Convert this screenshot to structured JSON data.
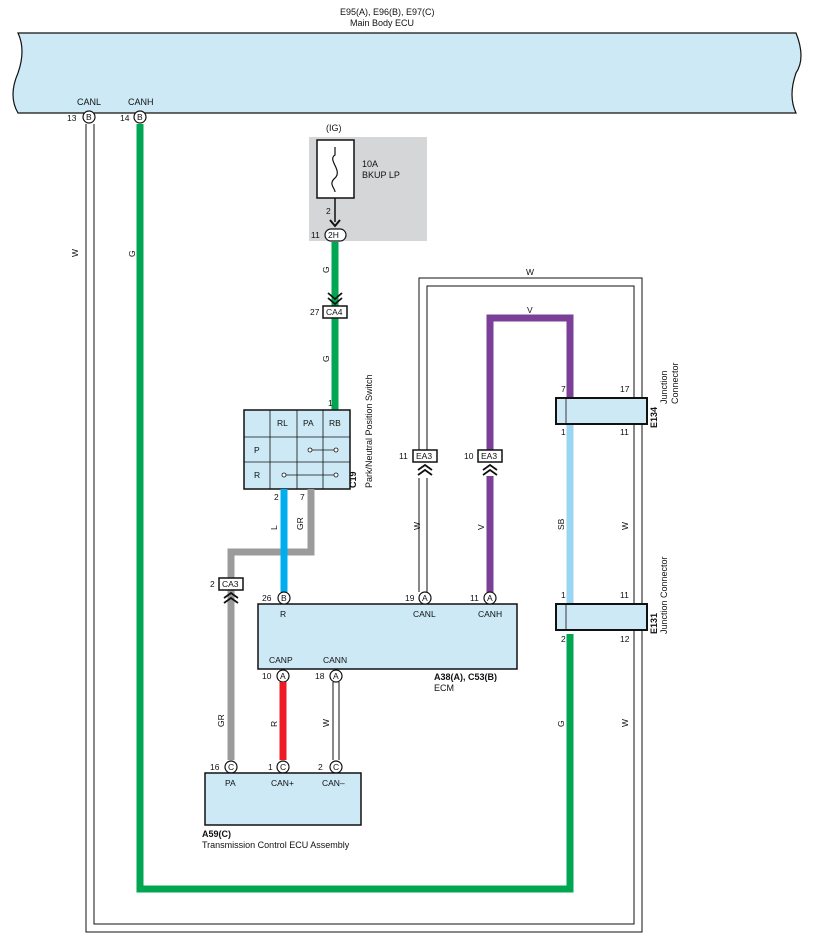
{
  "main_body_ecu": {
    "code": "E95(A), E96(B), E97(C)",
    "name": "Main Body ECU",
    "pin_canl_label": "CANL",
    "pin_canh_label": "CANH",
    "pin_canl_num": "13",
    "pin_canh_num": "14",
    "pin_canl_conn": "B",
    "pin_canh_conn": "B"
  },
  "fuse": {
    "source": "(IG)",
    "rating": "10A",
    "name": "BKUP LP",
    "pin_top": "2",
    "pin_num": "11",
    "conn": "2H"
  },
  "ca4": {
    "pin": "27",
    "name": "CA4"
  },
  "switch": {
    "code": "C19",
    "name": "Park/Neutral Position Switch",
    "col1": "RL",
    "col2": "PA",
    "col3": "RB",
    "row1": "P",
    "row2": "R",
    "pin_top": "1",
    "pin_l": "2",
    "pin_gr": "7"
  },
  "ea3_left": {
    "pin": "11",
    "name": "EA3"
  },
  "ea3_right": {
    "pin": "10",
    "name": "EA3"
  },
  "ca3": {
    "pin": "2",
    "name": "CA3"
  },
  "ecm": {
    "code": "A38(A), C53(B)",
    "name": "ECM",
    "pin_r_num": "26",
    "pin_r_conn": "B",
    "pin_r_label": "R",
    "pin_canl_num": "19",
    "pin_canl_conn": "A",
    "pin_canl_label": "CANL",
    "pin_canh_num": "11",
    "pin_canh_conn": "A",
    "pin_canh_label": "CANH",
    "pin_canp_num": "10",
    "pin_canp_conn": "A",
    "pin_canp_label": "CANP",
    "pin_cann_num": "18",
    "pin_cann_conn": "A",
    "pin_cann_label": "CANN"
  },
  "tcu": {
    "code": "A59(C)",
    "name": "Transmission Control ECU Assembly",
    "pin_pa_num": "16",
    "pin_pa_conn": "C",
    "pin_pa_label": "PA",
    "pin_canp_num": "1",
    "pin_canp_conn": "C",
    "pin_canp_label": "CAN+",
    "pin_cann_num": "2",
    "pin_cann_conn": "C",
    "pin_cann_label": "CAN–"
  },
  "e134": {
    "code": "E134",
    "name_line1": "Junction",
    "name_line2": "Connector",
    "pin_tl": "7",
    "pin_tr": "17",
    "pin_bl": "1",
    "pin_br": "11"
  },
  "e131": {
    "code": "E131",
    "name": "Junction Connector",
    "pin_tl": "1",
    "pin_tr": "11",
    "pin_bl": "2",
    "pin_br": "12"
  },
  "wires": {
    "w_left": "W",
    "g_left": "G",
    "g_fuse": "G",
    "g_ca4": "G",
    "l_switch": "L",
    "gr_switch": "GR",
    "gr_ca3": "GR",
    "r_canp": "R",
    "w_cann": "W",
    "w_loop_top": "W",
    "w_ea3": "W",
    "v_top": "V",
    "v_ea3": "V",
    "sb_mid": "SB",
    "w_right_upper": "W",
    "g_right": "G",
    "w_right_lower": "W"
  },
  "colors": {
    "ecu_fill": "#cde9f6",
    "green": "#00a651",
    "blue": "#00aeef",
    "light_blue": "#9ad6f2",
    "gray": "#9b9b9b",
    "red": "#ed1c24",
    "purple": "#7b3f98",
    "fuse_bg": "#d5d6d8"
  }
}
